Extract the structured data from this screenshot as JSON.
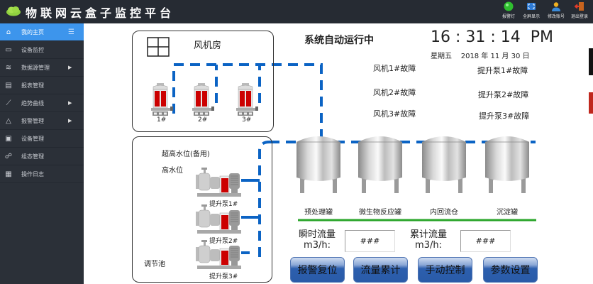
{
  "header": {
    "title": "物联网云盒子监控平台",
    "actions": [
      {
        "label": "报警灯",
        "icon": "alarm-light-icon",
        "color": "#2fbf2f"
      },
      {
        "label": "全屏显示",
        "icon": "fullscreen-icon",
        "color": "#2e7bd6"
      },
      {
        "label": "修改账号",
        "icon": "user-icon",
        "color": "#f0b020"
      },
      {
        "label": "退出登录",
        "icon": "logout-icon",
        "color": "#d9402a"
      }
    ]
  },
  "sidebar": {
    "items": [
      {
        "label": "我的主页",
        "icon": "home-icon"
      },
      {
        "label": "设备监控",
        "icon": "monitor-icon"
      },
      {
        "label": "数据源管理",
        "icon": "database-icon"
      },
      {
        "label": "报表管理",
        "icon": "report-icon"
      },
      {
        "label": "趋势曲线",
        "icon": "trend-icon"
      },
      {
        "label": "报警管理",
        "icon": "bell-icon"
      },
      {
        "label": "设备管理",
        "icon": "device-icon"
      },
      {
        "label": "组态管理",
        "icon": "config-icon"
      },
      {
        "label": "操作日志",
        "icon": "log-icon"
      }
    ]
  },
  "fan_room": {
    "title": "风机房",
    "fans": [
      "1#",
      "2#",
      "3#"
    ]
  },
  "pool": {
    "levels": [
      "超高水位(备用)",
      "高水位"
    ],
    "name": "调节池",
    "pumps": [
      "提升泵1#",
      "提升泵2#",
      "提升泵3#"
    ]
  },
  "status": {
    "text": "系统自动运行中",
    "time": "16 : 31 : 14  PM",
    "date": "星期五    2018 年 11 月 30 日"
  },
  "faults": {
    "fans": [
      "风机1#故障",
      "风机2#故障",
      "风机3#故障"
    ],
    "pumps": [
      "提升泵1#故障",
      "提升泵2#故障",
      "提升泵3#故障"
    ]
  },
  "tanks": [
    "预处理罐",
    "微生物反应罐",
    "内回流仓",
    "沉淀罐"
  ],
  "flow": {
    "instant_label": "瞬时流量",
    "instant_unit": "m3/h:",
    "instant_value": "###",
    "total_label": "累计流量",
    "total_unit": "m3/h:",
    "total_value": "###"
  },
  "buttons": [
    "报警复位",
    "流量累计",
    "手动控制",
    "参数设置"
  ],
  "colors": {
    "pipe": "#0b63c4",
    "accent": "#3d95ec",
    "line": "#2aa52a"
  }
}
